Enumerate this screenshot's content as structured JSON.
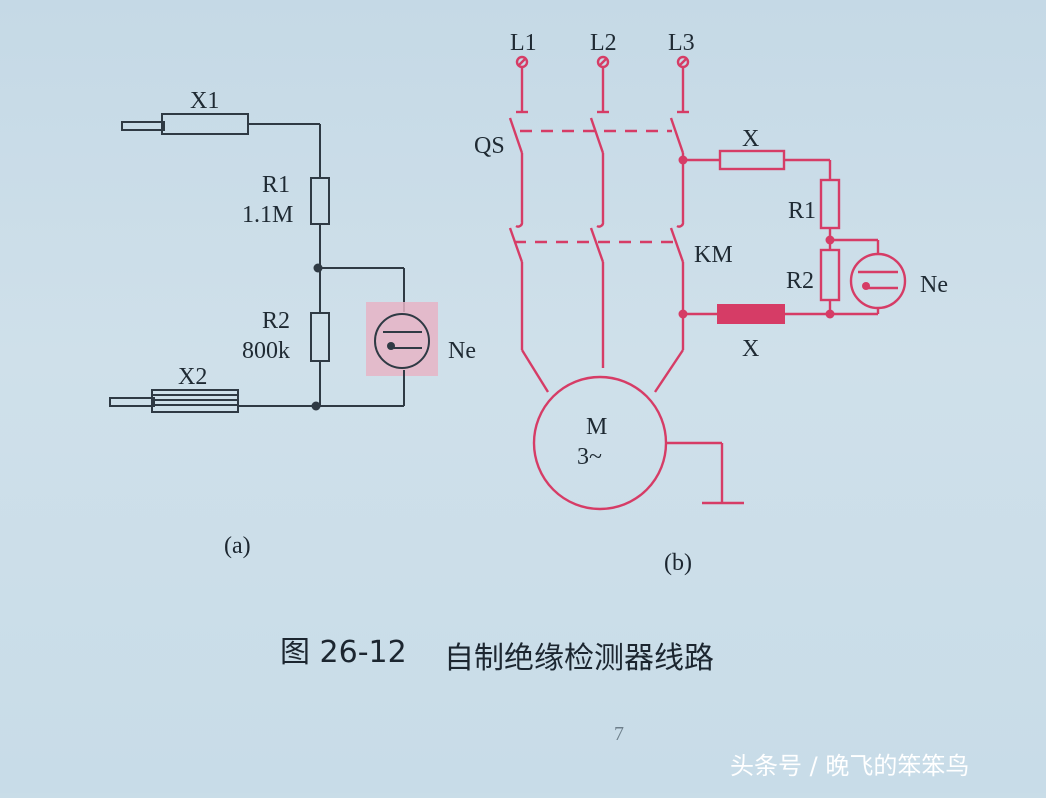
{
  "diagram_a": {
    "label_x1": "X1",
    "label_r1": "R1",
    "value_r1": "1.1M",
    "label_r2": "R2",
    "value_r2": "800k",
    "label_ne": "Ne",
    "label_x2": "X2",
    "caption": "(a)"
  },
  "diagram_b": {
    "label_l1": "L1",
    "label_l2": "L2",
    "label_l3": "L3",
    "label_qs": "QS",
    "label_km": "KM",
    "label_x_top": "X",
    "label_x_bottom": "X",
    "label_r1": "R1",
    "label_r2": "R2",
    "label_ne": "Ne",
    "motor_label": "M",
    "motor_phase": "3~",
    "caption": "(b)"
  },
  "figure": {
    "number": "图 26-12",
    "title": "自制绝缘检测器线路"
  },
  "page_mark": "7",
  "watermark": "头条号 / 晚飞的笨笨鸟",
  "colors": {
    "line_black": "#2f3a44",
    "line_red": "#d63c66",
    "ne_highlight": "#e6b4c6",
    "background": "#c9dde8"
  }
}
